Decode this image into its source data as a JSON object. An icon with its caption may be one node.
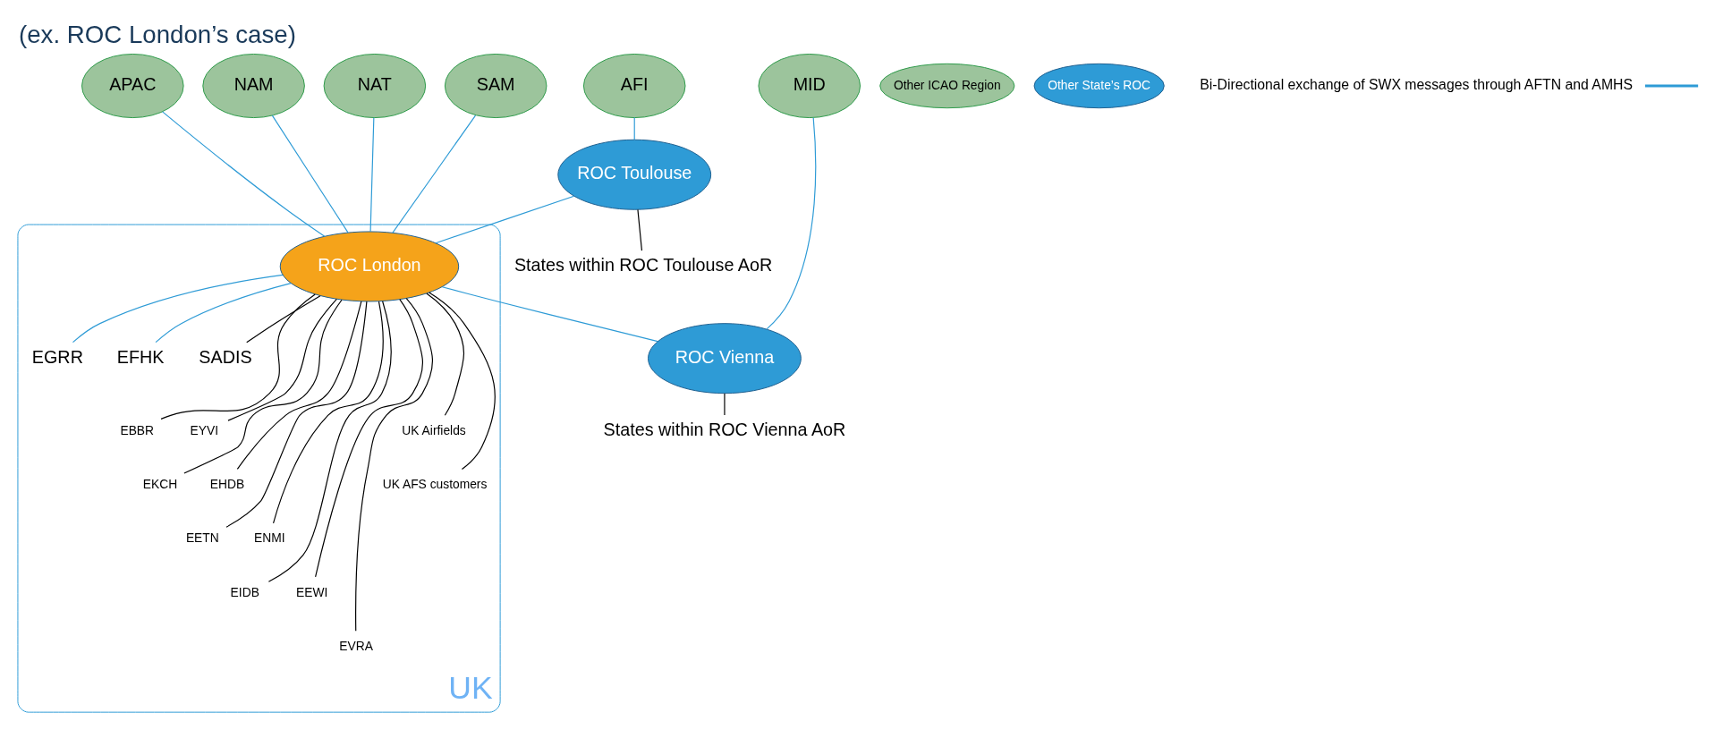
{
  "diagram": {
    "title": "(ex. ROC London’s case)",
    "nodes": [
      {
        "text": [
          "AFI"
        ]
      },
      {
        "text": [
          "APAC"
        ]
      },
      {
        "text": [
          "NAM"
        ]
      },
      {
        "text": [
          "NAT"
        ]
      },
      {
        "text": [
          "SAM"
        ]
      },
      {
        "text": [
          "MID"
        ]
      },
      {
        "text": [
          "ROC Toulouse"
        ]
      },
      {
        "text": [
          "UK"
        ]
      },
      {
        "text": [
          "ROC London"
        ],
        "in": 7
      },
      {
        "text": [
          "ROC Vienna"
        ]
      },
      {
        "text": [
          "EGRR"
        ],
        "in": 7
      },
      {
        "text": [
          "EFHK"
        ],
        "in": 7
      },
      {
        "text": [
          "SADIS"
        ],
        "in": 7
      },
      {
        "text": [
          "EBBR"
        ],
        "in": 7
      },
      {
        "text": [
          "EYVI"
        ],
        "in": 7
      },
      {
        "text": [
          "EKCH"
        ],
        "in": 7
      },
      {
        "text": [
          "EHDB"
        ],
        "in": 7
      },
      {
        "text": [
          "EETN"
        ],
        "in": 7
      },
      {
        "text": [
          "ENMI"
        ],
        "in": 7
      },
      {
        "text": [
          "EIDB"
        ],
        "in": 7
      },
      {
        "text": [
          "EEWI"
        ],
        "in": 7
      },
      {
        "text": [
          "EVRA"
        ],
        "in": 7
      },
      {
        "text": [
          "UK Airfields"
        ],
        "in": 7
      },
      {
        "text": [
          "UK AFS customers"
        ],
        "in": 7
      },
      {
        "text": [
          "States within ROC Toulouse AoR"
        ]
      },
      {
        "text": [
          "States within ROC Vienna AoR"
        ]
      },
      {
        "text": [
          "Other ICAO Region"
        ]
      },
      {
        "text": [
          "Other State’s ROC"
        ]
      }
    ],
    "edges": [
      {
        "from": 0,
        "to": 6,
        "arrow": "none",
        "color": "#2e9bd6"
      },
      {
        "from": 1,
        "to": 8,
        "arrow": "none",
        "color": "#2e9bd6"
      },
      {
        "from": 2,
        "to": 8,
        "arrow": "none",
        "color": "#2e9bd6"
      },
      {
        "from": 3,
        "to": 8,
        "arrow": "none",
        "color": "#2e9bd6"
      },
      {
        "from": 4,
        "to": 8,
        "arrow": "none",
        "color": "#2e9bd6"
      },
      {
        "from": 5,
        "to": 9,
        "arrow": "none",
        "color": "#2e9bd6"
      },
      {
        "from": 6,
        "to": 8,
        "arrow": "none",
        "color": "#2e9bd6"
      },
      {
        "from": 8,
        "to": 9,
        "arrow": "none",
        "color": "#2e9bd6"
      },
      {
        "from": 8,
        "to": 10,
        "arrow": "none",
        "color": "#2e9bd6"
      },
      {
        "from": 8,
        "to": 11,
        "arrow": "none",
        "color": "#2e9bd6"
      },
      {
        "from": 6,
        "to": 24,
        "arrow": "none"
      },
      {
        "from": 9,
        "to": 25,
        "arrow": "none"
      },
      {
        "from": 8,
        "to": 12,
        "arrow": "none"
      },
      {
        "from": 8,
        "to": 13,
        "arrow": "none"
      },
      {
        "from": 8,
        "to": 14,
        "arrow": "none"
      },
      {
        "from": 8,
        "to": 15,
        "arrow": "none"
      },
      {
        "from": 8,
        "to": 16,
        "arrow": "none"
      },
      {
        "from": 8,
        "to": 17,
        "arrow": "none"
      },
      {
        "from": 8,
        "to": 18,
        "arrow": "none"
      },
      {
        "from": 8,
        "to": 19,
        "arrow": "none"
      },
      {
        "from": 8,
        "to": 20,
        "arrow": "none"
      },
      {
        "from": 8,
        "to": 21,
        "arrow": "none"
      },
      {
        "from": 8,
        "to": 22,
        "arrow": "none"
      },
      {
        "from": 8,
        "to": 23,
        "arrow": "none"
      }
    ],
    "legend": [
      {
        "text": "Bi-Directional exchange of SWX messages through AFTN and AMHS"
      }
    ]
  }
}
